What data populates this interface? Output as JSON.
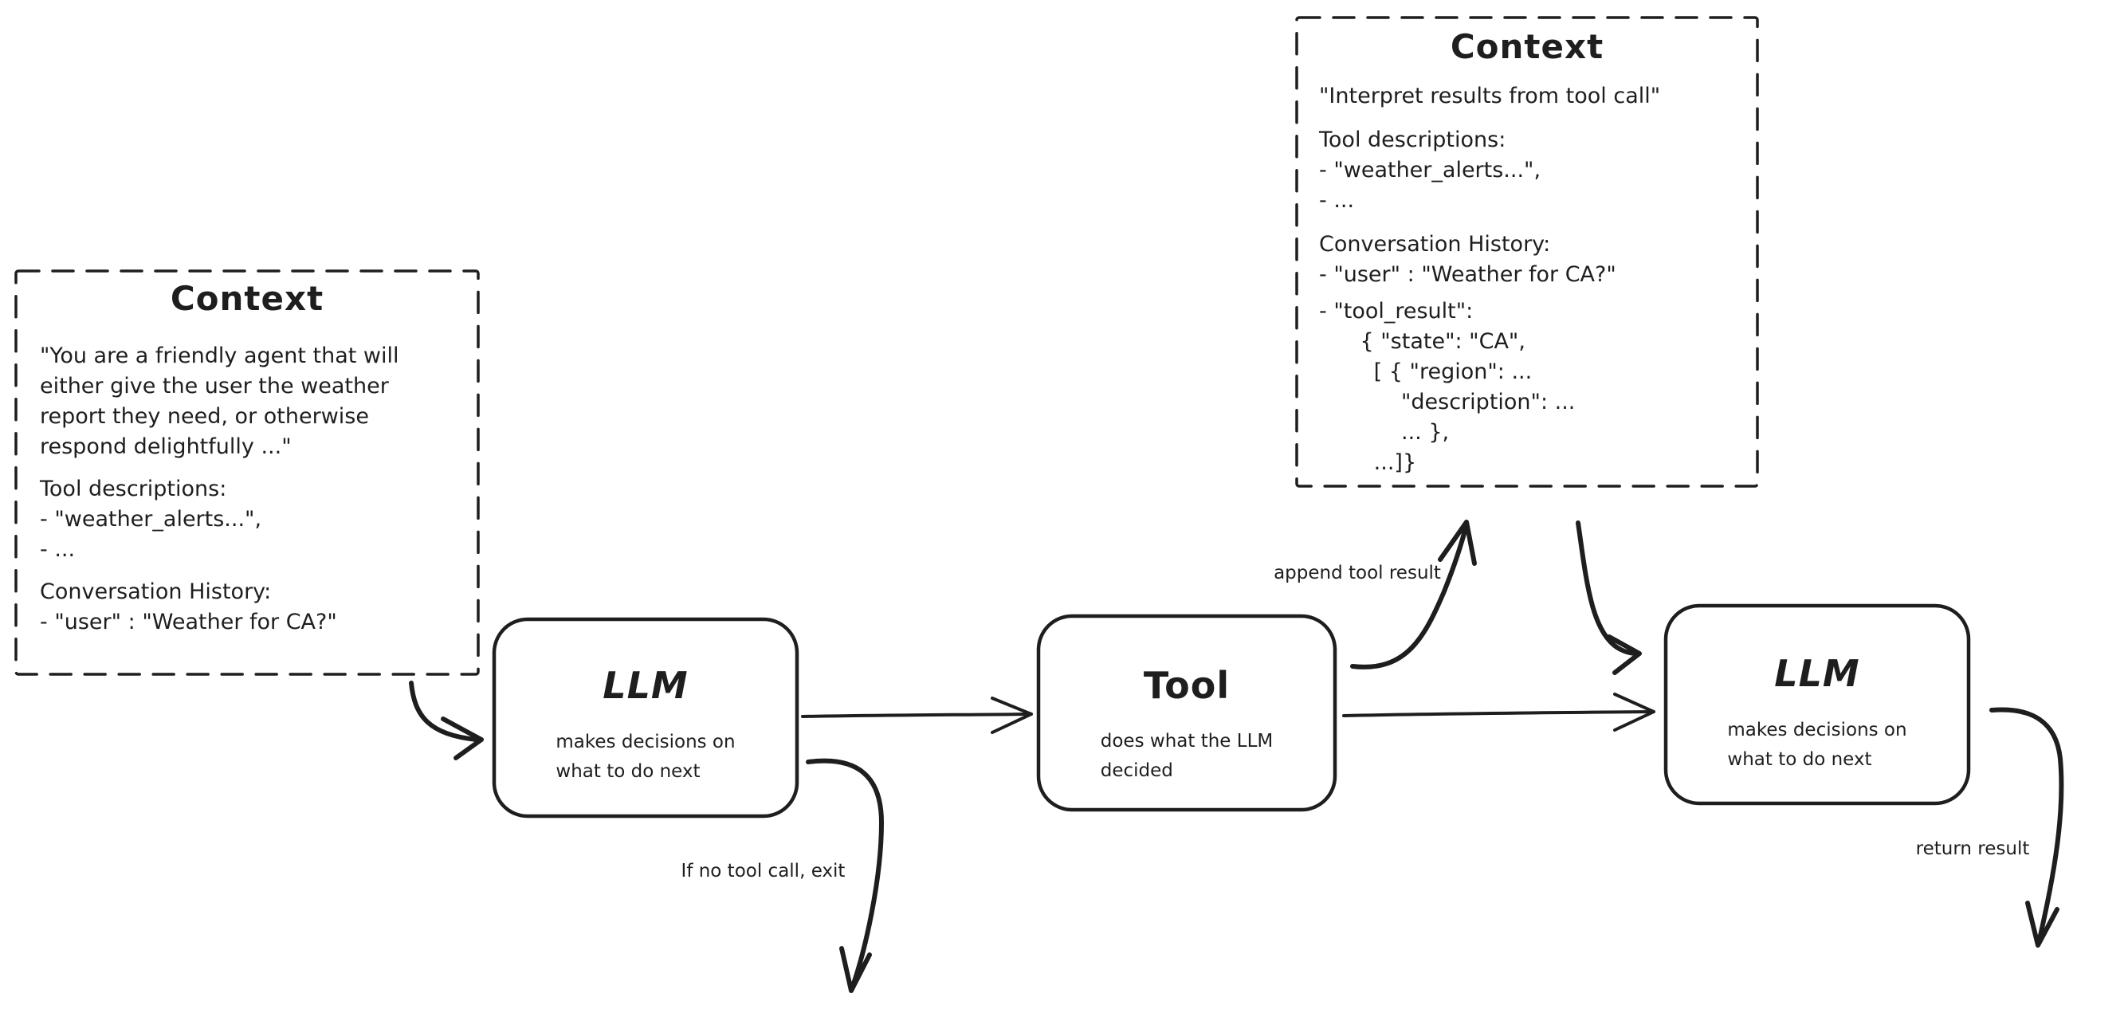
{
  "diagram": {
    "colors": {
      "stroke": "#1e1e1e",
      "background": "#ffffff"
    },
    "context_initial": {
      "title": "Context",
      "system_prompt": "\"You are a friendly agent that will\neither give the user the weather\nreport they need, or otherwise\nrespond delightfully ...\"",
      "tool_descriptions_heading": "Tool descriptions:",
      "tool_descriptions_items": "- \"weather_alerts...\",\n- ...",
      "conversation_heading": "Conversation History:",
      "conversation_items": "- \"user\" : \"Weather for CA?\""
    },
    "context_after_tool": {
      "title": "Context",
      "system_prompt": "\"Interpret results from tool call\"",
      "tool_descriptions_heading": "Tool descriptions:",
      "tool_descriptions_items": "- \"weather_alerts...\",\n- ...",
      "conversation_heading": "Conversation History:",
      "conversation_items": "- \"user\" : \"Weather for CA?\"",
      "tool_result": "- \"tool_result\":\n      { \"state\": \"CA\",\n        [ { \"region\": ...\n            \"description\": ...\n            ... },\n        ...]}"
    },
    "nodes": {
      "llm1": {
        "title": "LLM",
        "subtitle": "makes decisions on\nwhat to do next"
      },
      "tool": {
        "title": "Tool",
        "subtitle": "does what the LLM\ndecided"
      },
      "llm2": {
        "title": "LLM",
        "subtitle": "makes decisions on\nwhat to do next"
      }
    },
    "edge_labels": {
      "append_tool_result": "append tool result",
      "if_no_tool_call": "If no tool call, exit",
      "return_result": "return result"
    }
  }
}
